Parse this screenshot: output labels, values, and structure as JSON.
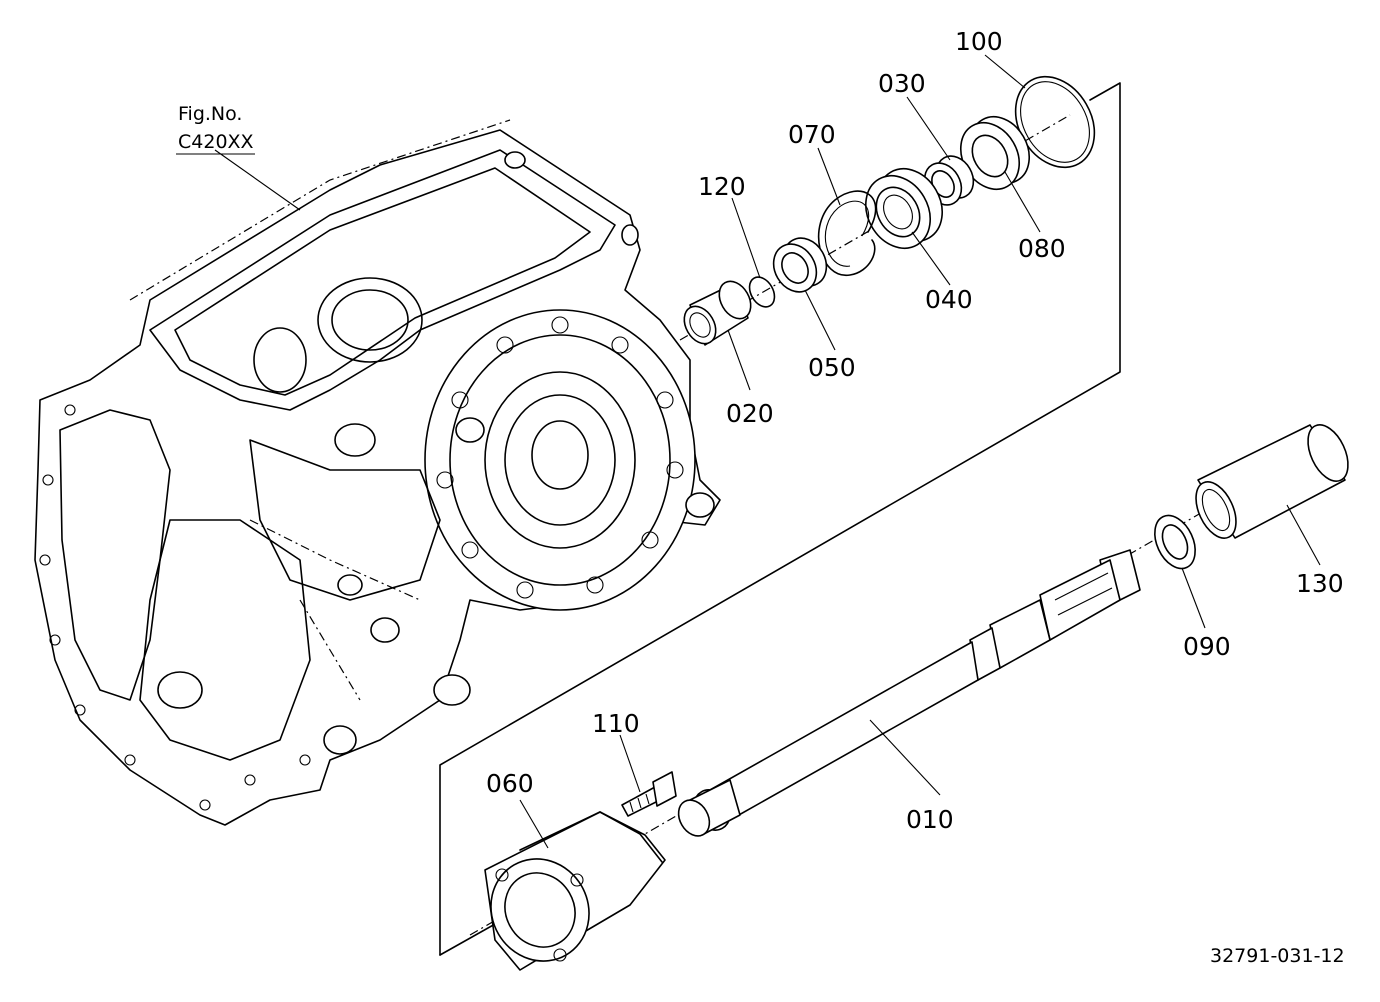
{
  "figure_reference": {
    "line1": "Fig.No.",
    "line2": "C420XX"
  },
  "drawing_number": "32791-031-12",
  "parts": [
    {
      "id": "010",
      "label": "010"
    },
    {
      "id": "020",
      "label": "020"
    },
    {
      "id": "030",
      "label": "030"
    },
    {
      "id": "040",
      "label": "040"
    },
    {
      "id": "050",
      "label": "050"
    },
    {
      "id": "060",
      "label": "060"
    },
    {
      "id": "070",
      "label": "070"
    },
    {
      "id": "080",
      "label": "080"
    },
    {
      "id": "090",
      "label": "090"
    },
    {
      "id": "100",
      "label": "100"
    },
    {
      "id": "110",
      "label": "110"
    },
    {
      "id": "120",
      "label": "120"
    },
    {
      "id": "130",
      "label": "130"
    }
  ]
}
